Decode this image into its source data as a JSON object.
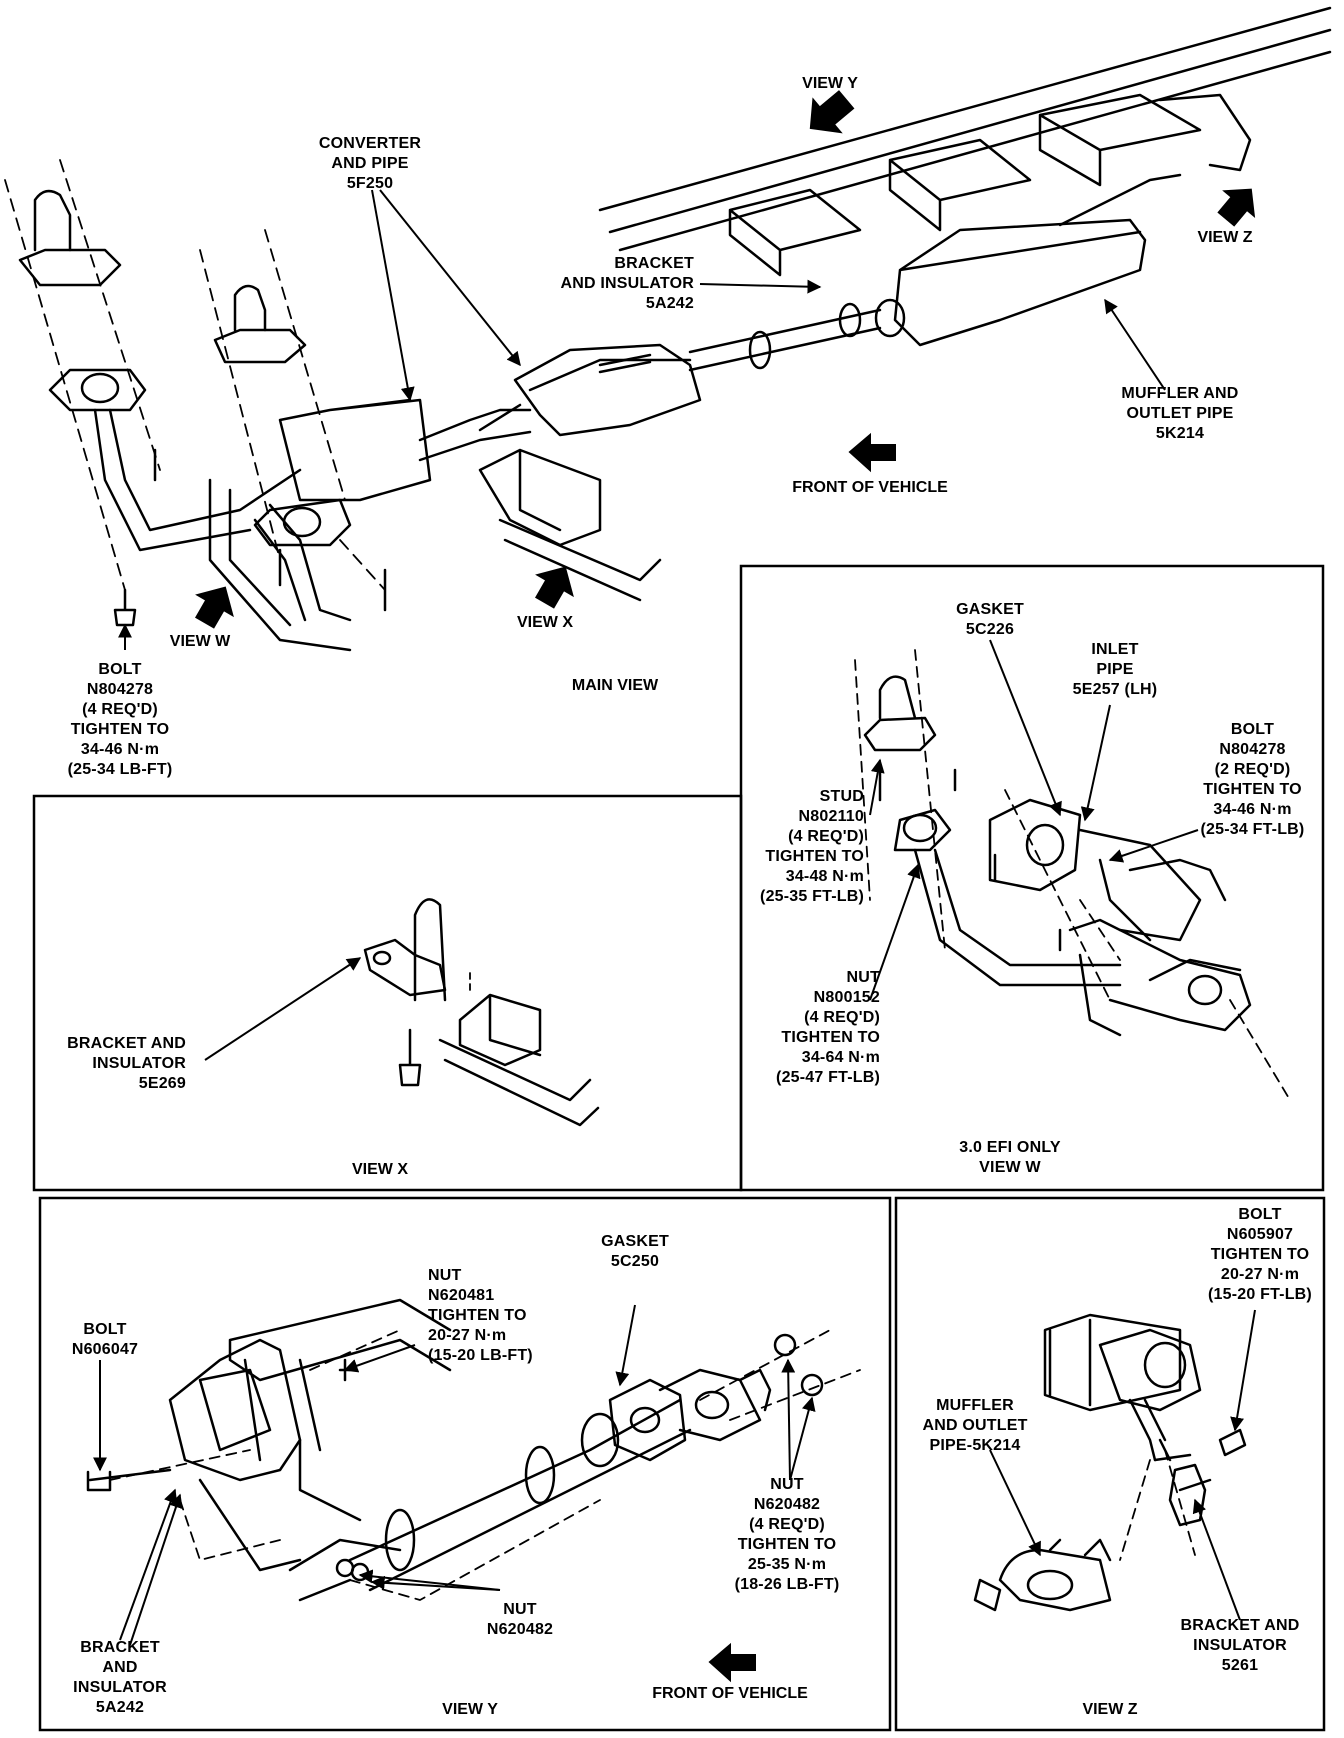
{
  "main_view": {
    "caption": "MAIN VIEW",
    "view_y_arrow": "VIEW Y",
    "view_z_arrow": "VIEW Z",
    "view_w_arrow": "VIEW W",
    "view_x_arrow": "VIEW X",
    "front_of_vehicle": "FRONT OF VEHICLE",
    "converter": [
      "CONVERTER",
      "AND PIPE",
      "5F250"
    ],
    "bracket_insulator": [
      "BRACKET",
      "AND INSULATOR",
      "5A242"
    ],
    "muffler": [
      "MUFFLER AND",
      "OUTLET PIPE",
      "5K214"
    ],
    "bolt": [
      "BOLT",
      "N804278",
      "(4 REQ'D)",
      "TIGHTEN TO",
      "34-46 N·m",
      "(25-34 LB-FT)"
    ]
  },
  "view_x": {
    "caption": "VIEW X",
    "bracket": [
      "BRACKET AND",
      "INSULATOR",
      "5E269"
    ]
  },
  "view_w": {
    "caption": [
      "3.0 EFI ONLY",
      "VIEW W"
    ],
    "gasket": [
      "GASKET",
      "5C226"
    ],
    "inlet_pipe": [
      "INLET",
      "PIPE",
      "5E257 (LH)"
    ],
    "bolt": [
      "BOLT",
      "N804278",
      "(2 REQ'D)",
      "TIGHTEN TO",
      "34-46 N·m",
      "(25-34 FT-LB)"
    ],
    "stud": [
      "STUD",
      "N802110",
      "(4 REQ'D)",
      "TIGHTEN TO",
      "34-48 N·m",
      "(25-35 FT-LB)"
    ],
    "nut": [
      "NUT",
      "N800152",
      "(4 REQ'D)",
      "TIGHTEN TO",
      "34-64 N·m",
      "(25-47 FT-LB)"
    ]
  },
  "view_y": {
    "caption": "VIEW Y",
    "front_of_vehicle": "FRONT OF VEHICLE",
    "bolt": [
      "BOLT",
      "N606047"
    ],
    "nut_top": [
      "NUT",
      "N620481",
      "TIGHTEN TO",
      "20-27 N·m",
      "(15-20 LB-FT)"
    ],
    "gasket": [
      "GASKET",
      "5C250"
    ],
    "nut_right": [
      "NUT",
      "N620482",
      "(4 REQ'D)",
      "TIGHTEN TO",
      "25-35 N·m",
      "(18-26 LB-FT)"
    ],
    "nut_bottom": [
      "NUT",
      "N620482"
    ],
    "bracket": [
      "BRACKET",
      "AND",
      "INSULATOR",
      "5A242"
    ]
  },
  "view_z": {
    "caption": "VIEW Z",
    "bolt": [
      "BOLT",
      "N605907",
      "TIGHTEN TO",
      "20-27 N·m",
      "(15-20 FT-LB)"
    ],
    "muffler": [
      "MUFFLER",
      "AND OUTLET",
      "PIPE-5K214"
    ],
    "bracket": [
      "BRACKET AND",
      "INSULATOR",
      "5261"
    ]
  }
}
